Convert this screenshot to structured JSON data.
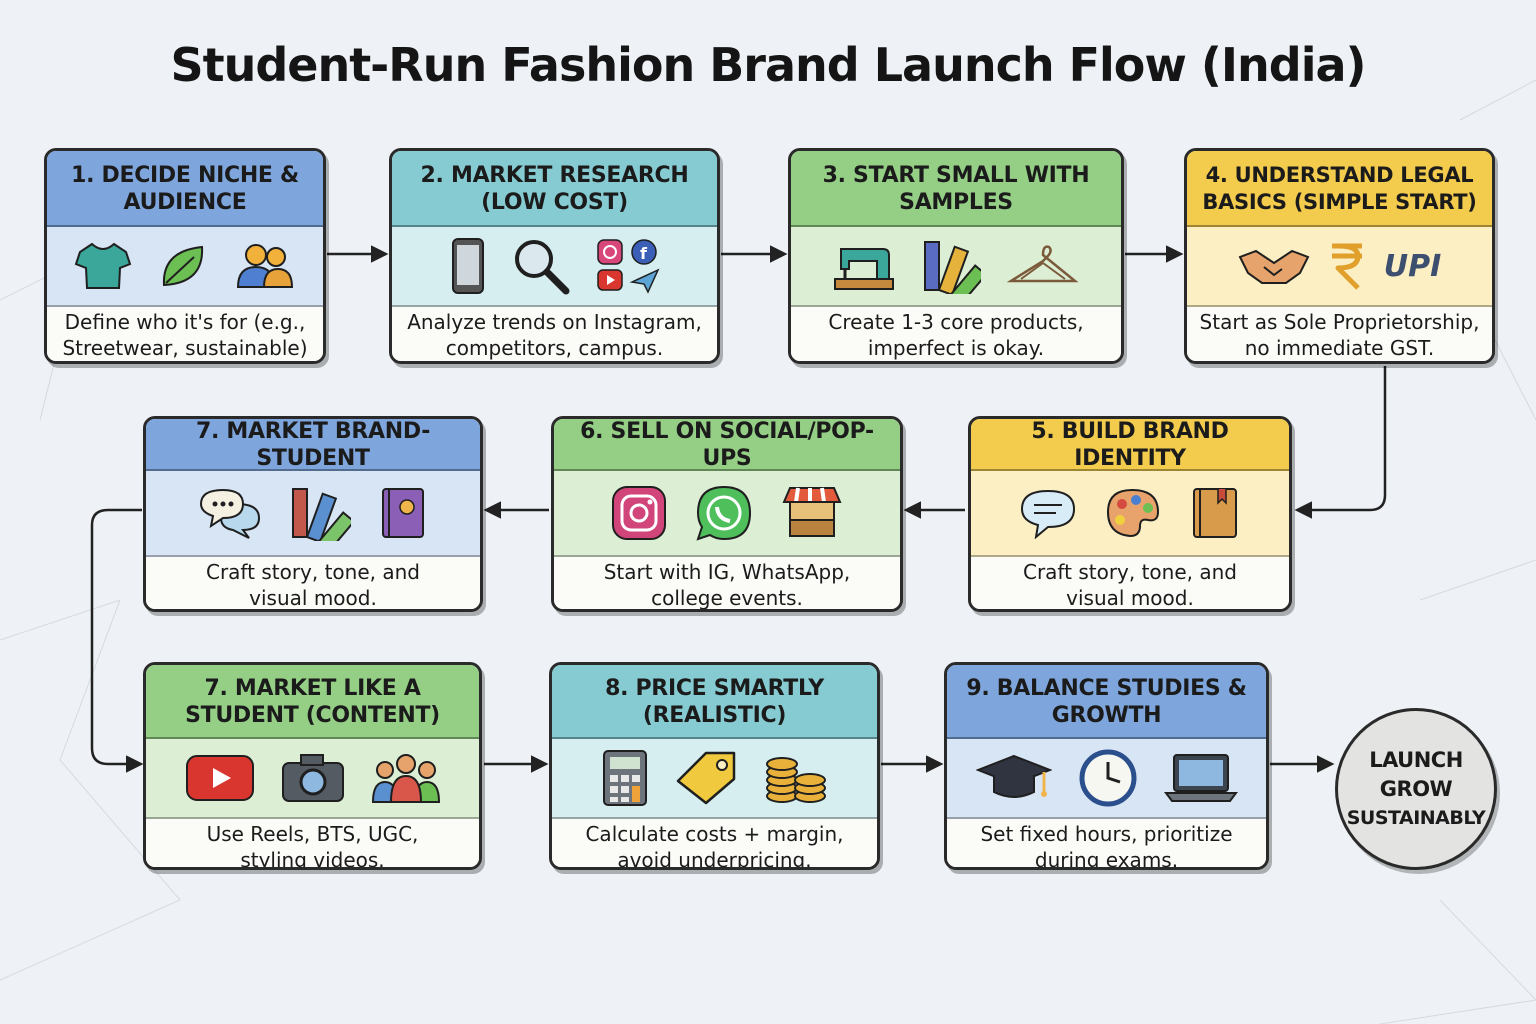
{
  "title": "Student-Run Fashion Brand Launch Flow (India)",
  "colors": {
    "blue": "#7ea6dc",
    "teal": "#86cbd2",
    "green": "#95cf86",
    "yellow": "#f3cc4e",
    "background": "#eef2f6"
  },
  "steps": [
    {
      "title": "1. Decide Niche & Audience",
      "desc1": "Define who it's for (e.g.,",
      "desc2": "Streetwear, sustainable)",
      "color": "blue",
      "icons": [
        "tshirt-icon",
        "leaf-icon",
        "people-icon"
      ]
    },
    {
      "title": "2. Market Research (Low Cost)",
      "desc1": "Analyze trends on Instagram,",
      "desc2": "competitors, campus.",
      "color": "teal",
      "icons": [
        "smartphone-icon",
        "magnifier-icon",
        "social-apps-icon"
      ]
    },
    {
      "title": "3. Start Small With Samples",
      "desc1": "Create 1-3 core products,",
      "desc2": "imperfect is okay.",
      "color": "green",
      "icons": [
        "sewing-machine-icon",
        "color-swatch-icon",
        "hanger-icon"
      ]
    },
    {
      "title": "4. Understand Legal Basics (Simple Start)",
      "desc1": "Start as Sole Proprietorship,",
      "desc2": "no immediate GST.",
      "color": "yellow",
      "icons": [
        "handshake-icon",
        "rupee-icon",
        "upi-logo"
      ],
      "upi_text": "UPI"
    },
    {
      "title": "5. Build Brand Identity",
      "desc1": "Craft story, tone, and",
      "desc2": "visual mood.",
      "color": "yellow",
      "icons": [
        "chat-bubble-icon",
        "palette-icon",
        "book-icon"
      ]
    },
    {
      "title": "6. Sell On Social/Pop-Ups",
      "desc1": "Start with IG, WhatsApp,",
      "desc2": "college events.",
      "color": "green",
      "icons": [
        "instagram-icon",
        "whatsapp-icon",
        "market-stall-icon"
      ]
    },
    {
      "title": "7. Market Brand-Student",
      "desc1": "Craft story, tone, and",
      "desc2": "visual mood.",
      "color": "blue",
      "icons": [
        "chat-bubbles-icon",
        "color-swatch-icon",
        "book-icon"
      ]
    },
    {
      "title": "7. Market Like A Student (Content)",
      "desc1": "Use Reels, BTS, UGC,",
      "desc2": "styling videos.",
      "color": "green",
      "icons": [
        "youtube-icon",
        "camera-icon",
        "group-icon"
      ]
    },
    {
      "title": "8. Price Smartly (Realistic)",
      "desc1": "Calculate costs + margin,",
      "desc2": "avoid underpricing.",
      "color": "teal",
      "icons": [
        "calculator-icon",
        "price-tag-icon",
        "coins-icon"
      ]
    },
    {
      "title": "9. Balance Studies & Growth",
      "desc1": "Set fixed hours, prioritize",
      "desc2": "during exams.",
      "color": "blue",
      "icons": [
        "graduation-cap-icon",
        "clock-icon",
        "laptop-icon"
      ]
    }
  ],
  "end": {
    "line1": "LAUNCH",
    "line2": "GROW",
    "line3": "SUSTAINABLY"
  }
}
